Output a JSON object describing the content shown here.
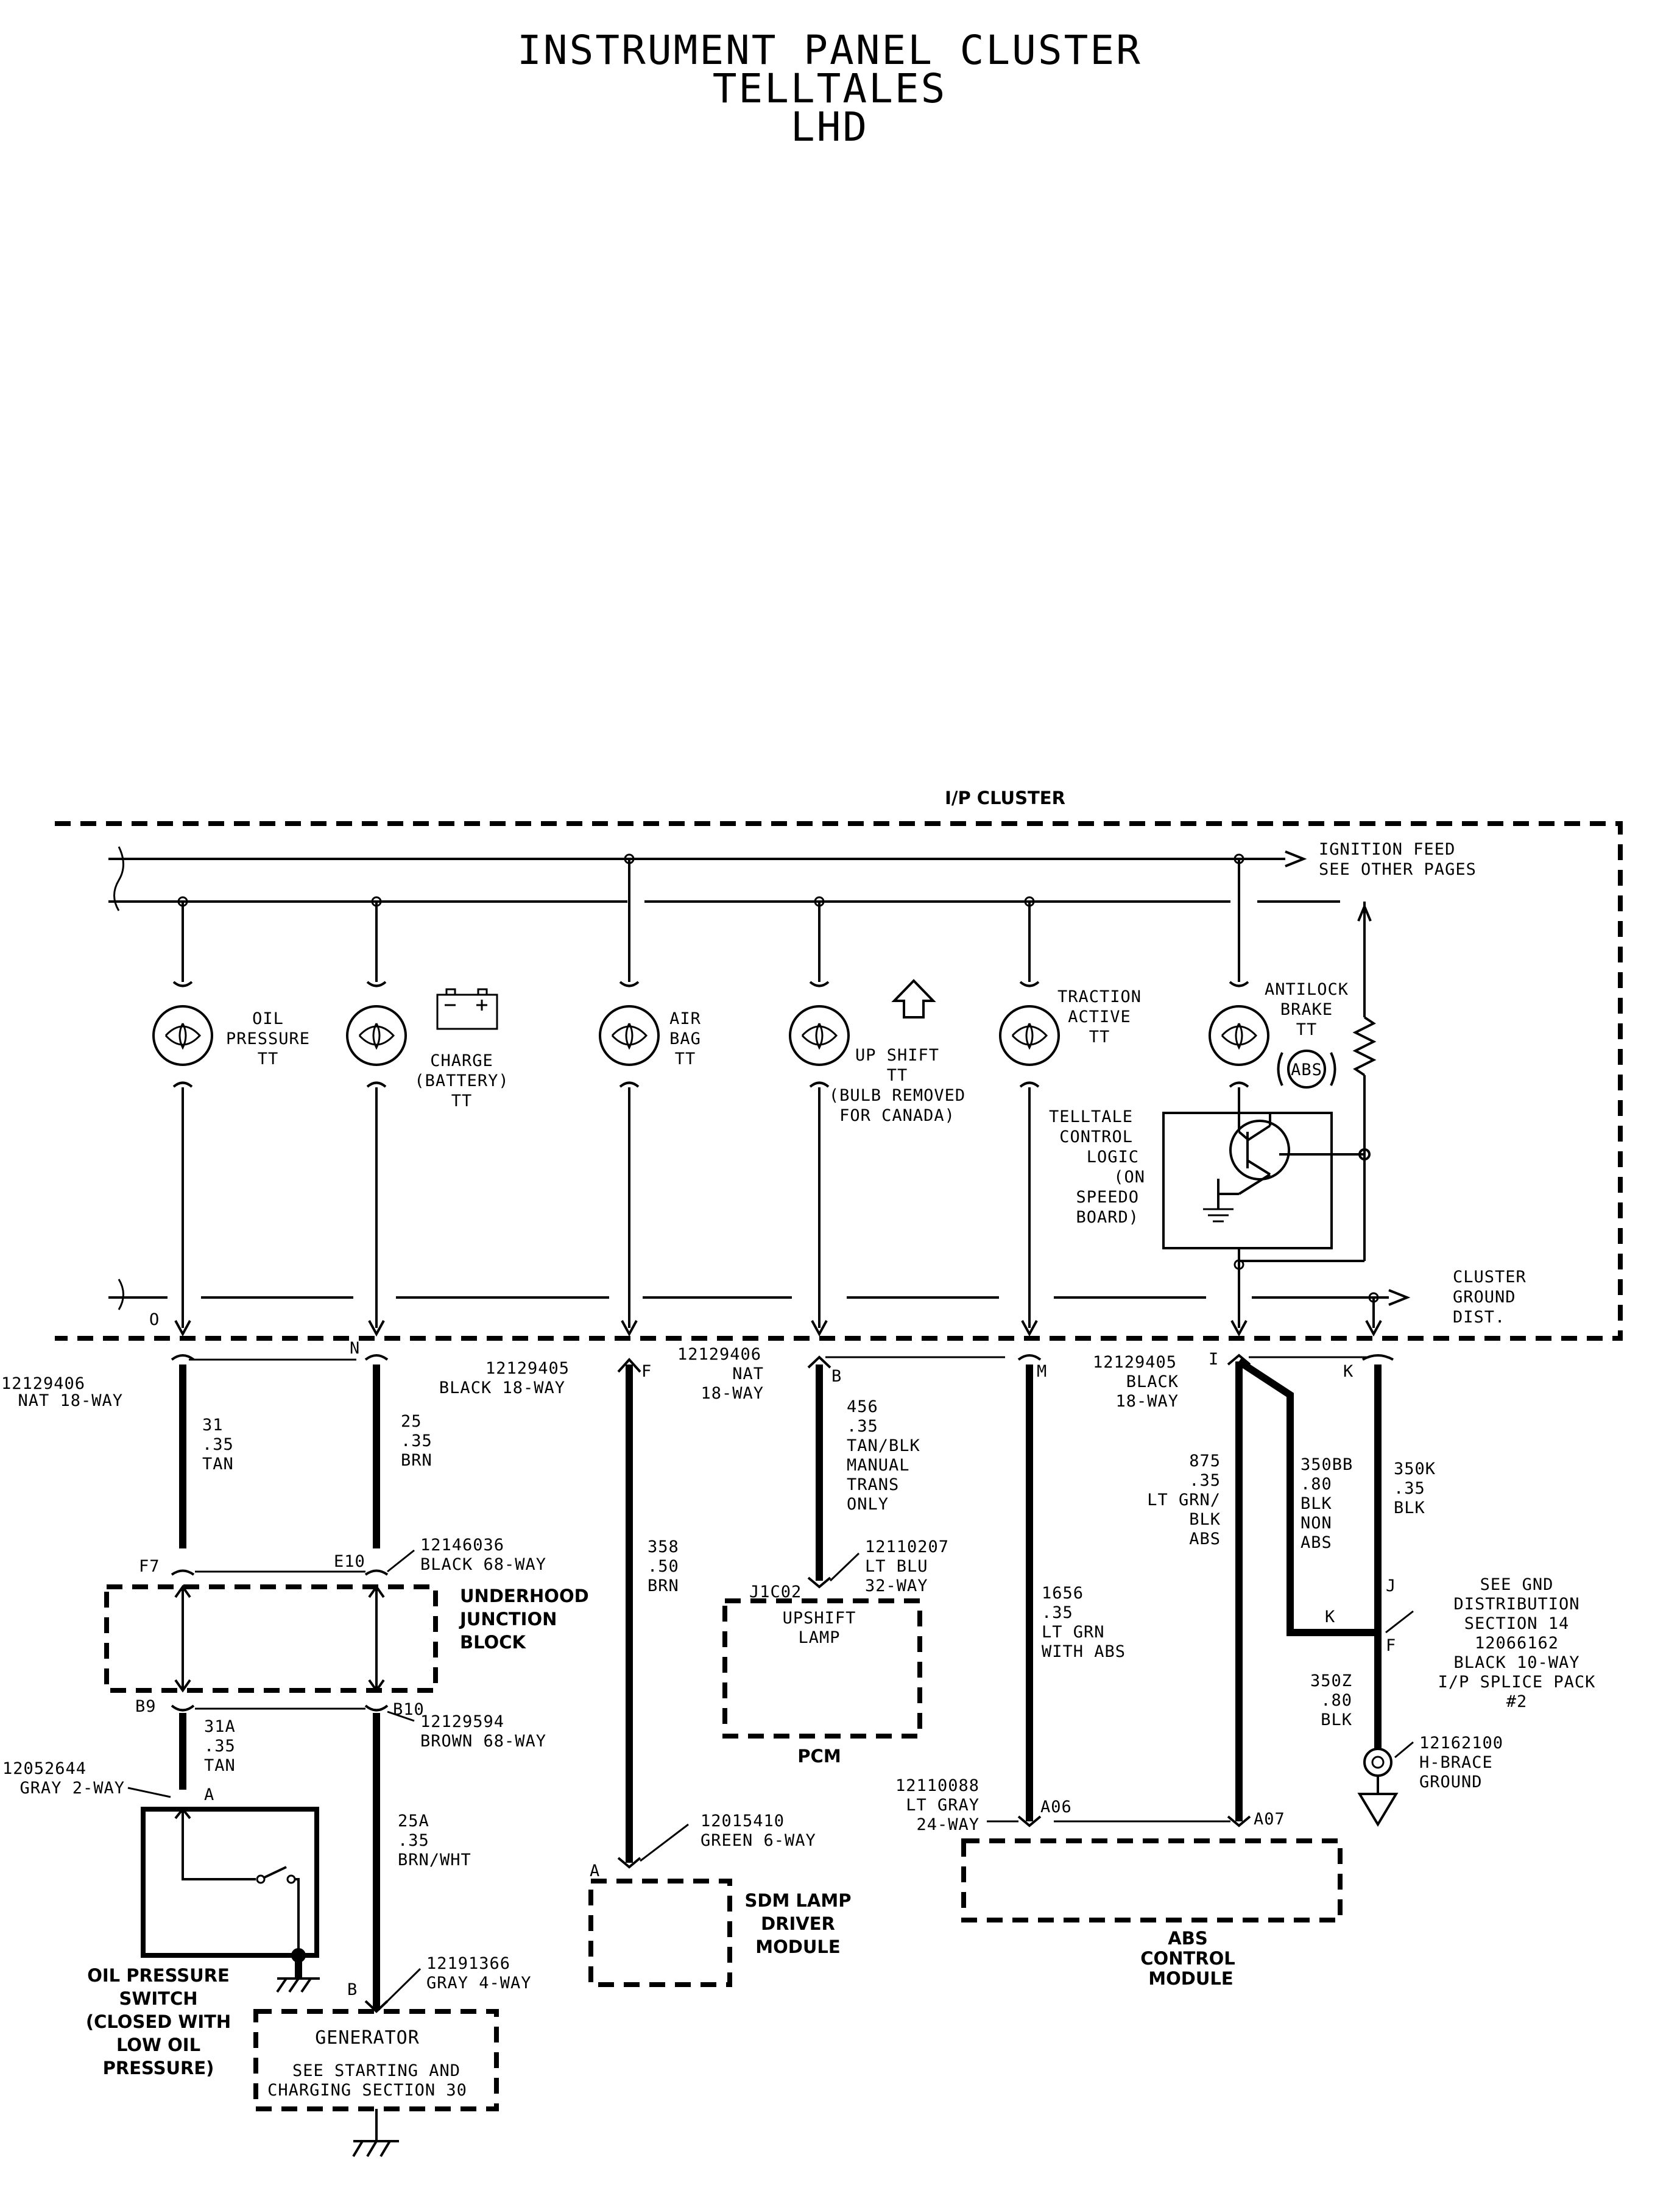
{
  "title": [
    "INSTRUMENT PANEL CLUSTER",
    "TELLTALES",
    "LHD"
  ],
  "cluster": {
    "name": "I/P CLUSTER",
    "ignition_feed": [
      "IGNITION FEED",
      "SEE OTHER PAGES"
    ],
    "ground_dist": [
      "CLUSTER",
      "GROUND",
      "DIST."
    ],
    "telltales": {
      "oil": [
        "OIL",
        "PRESSURE",
        "TT"
      ],
      "charge": [
        "CHARGE",
        "(BATTERY)",
        "TT"
      ],
      "airbag": [
        "AIR",
        "BAG",
        "TT"
      ],
      "upshift": [
        "UP SHIFT",
        "TT",
        "(BULB REMOVED",
        "FOR CANADA)"
      ],
      "traction": [
        "TRACTION",
        "ACTIVE",
        "TT"
      ],
      "antilock": [
        "ANTILOCK",
        "BRAKE",
        "TT"
      ],
      "abs_symbol": "ABS"
    },
    "logic": [
      "TELLTALE",
      "CONTROL",
      "LOGIC",
      "(ON",
      "SPEEDO",
      "BOARD)"
    ]
  },
  "pins": {
    "o": "O",
    "n": "N",
    "f": "F",
    "b": "B",
    "m": "M",
    "i": "I",
    "k": "K",
    "f7": "F7",
    "e10": "E10",
    "b9": "B9",
    "b10": "B10",
    "a_oil": "A",
    "b_gen": "B",
    "j1c02": "J1C02",
    "a_sdm": "A",
    "a06": "A06",
    "a07": "A07",
    "j": "J",
    "k2": "K",
    "f2": "F"
  },
  "connectors": {
    "c1": [
      "12129406",
      "NAT 18-WAY"
    ],
    "c2": [
      "12129405",
      "BLACK 18-WAY"
    ],
    "c3": [
      "12129406",
      "NAT",
      "18-WAY"
    ],
    "c4": [
      "12129405",
      "BLACK",
      "18-WAY"
    ],
    "c5": [
      "12146036",
      "BLACK 68-WAY"
    ],
    "c6": [
      "12129594",
      "BROWN 68-WAY"
    ],
    "c7": [
      "12052644",
      "GRAY 2-WAY"
    ],
    "c8": [
      "12191366",
      "GRAY 4-WAY"
    ],
    "c9": [
      "12110207",
      "LT BLU",
      "32-WAY"
    ],
    "c10": [
      "12015410",
      "GREEN 6-WAY"
    ],
    "c11": [
      "12110088",
      "LT GRAY",
      "24-WAY"
    ],
    "c12": [
      "12162100",
      "H-BRACE",
      "GROUND"
    ]
  },
  "wires": {
    "w31": [
      "31",
      ".35",
      "TAN"
    ],
    "w25": [
      "25",
      ".35",
      "BRN"
    ],
    "w358": [
      "358",
      ".50",
      "BRN"
    ],
    "w456": [
      "456",
      ".35",
      "TAN/BLK",
      "MANUAL",
      "TRANS",
      "ONLY"
    ],
    "w1656": [
      "1656",
      ".35",
      "LT GRN",
      "WITH ABS"
    ],
    "w875": [
      "875",
      ".35",
      "LT GRN/",
      "BLK",
      "ABS"
    ],
    "w350bb": [
      "350BB",
      ".80",
      "BLK",
      "NON",
      "ABS"
    ],
    "w350k": [
      "350K",
      ".35",
      "BLK"
    ],
    "w31a": [
      "31A",
      ".35",
      "TAN"
    ],
    "w25a": [
      "25A",
      ".35",
      "BRN/WHT"
    ],
    "w350z": [
      "350Z",
      ".80",
      "BLK"
    ]
  },
  "modules": {
    "underhood": [
      "UNDERHOOD",
      "JUNCTION",
      "BLOCK"
    ],
    "upshift_lamp": [
      "UPSHIFT",
      "LAMP"
    ],
    "pcm": "PCM",
    "oil_switch": [
      "OIL PRESSURE",
      "SWITCH",
      "(CLOSED WITH",
      "LOW OIL",
      "PRESSURE)"
    ],
    "generator": "GENERATOR",
    "generator_note": [
      "SEE STARTING AND",
      "CHARGING SECTION 30"
    ],
    "sdm": [
      "SDM LAMP",
      "DRIVER",
      "MODULE"
    ],
    "abs": [
      "ABS",
      "CONTROL",
      "MODULE"
    ]
  },
  "gnd_note": [
    "SEE GND",
    "DISTRIBUTION",
    "SECTION 14",
    "12066162",
    "BLACK 10-WAY",
    "I/P SPLICE PACK",
    "#2"
  ]
}
